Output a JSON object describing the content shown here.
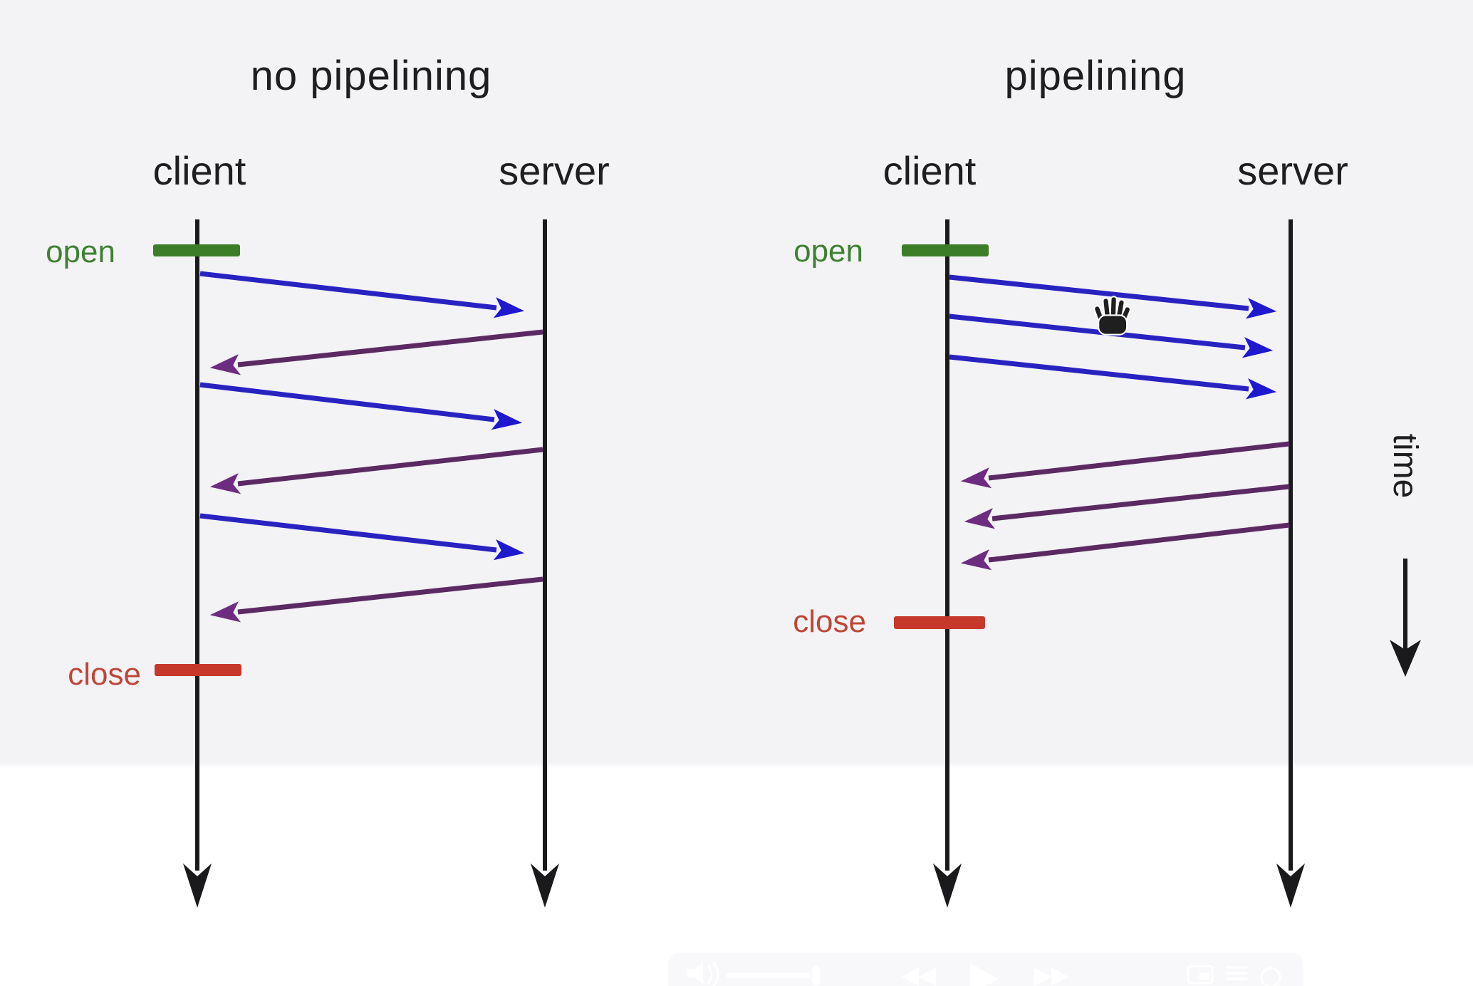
{
  "colors": {
    "background_upper": "#f3f3f6",
    "background_lower": "#ffffff",
    "text": "#1e1e21",
    "lifeline_black": "#1a1a1c",
    "request_blue": "#2823c0",
    "request_head_blue": "#1e19cf",
    "response_purple": "#5c2a63",
    "response_head_purple": "#6d2c80",
    "open_bar_green": "#3c7e28",
    "open_text_green": "#3f8132",
    "close_bar_red": "#c7382c",
    "close_text_red": "#bf4638"
  },
  "panels": {
    "left": {
      "title": "no pipelining",
      "client_label": "client",
      "server_label": "server",
      "open_label": "open",
      "close_label": "close",
      "messages": [
        {
          "n": 1,
          "type": "request",
          "from": "client",
          "to": "server"
        },
        {
          "n": 2,
          "type": "response",
          "from": "server",
          "to": "client"
        },
        {
          "n": 3,
          "type": "request",
          "from": "client",
          "to": "server"
        },
        {
          "n": 4,
          "type": "response",
          "from": "server",
          "to": "client"
        },
        {
          "n": 5,
          "type": "request",
          "from": "client",
          "to": "server"
        },
        {
          "n": 6,
          "type": "response",
          "from": "server",
          "to": "client"
        }
      ]
    },
    "right": {
      "title": "pipelining",
      "client_label": "client",
      "server_label": "server",
      "open_label": "open",
      "close_label": "close",
      "messages": [
        {
          "n": 1,
          "type": "request",
          "from": "client",
          "to": "server"
        },
        {
          "n": 2,
          "type": "request",
          "from": "client",
          "to": "server"
        },
        {
          "n": 3,
          "type": "request",
          "from": "client",
          "to": "server"
        },
        {
          "n": 4,
          "type": "response",
          "from": "server",
          "to": "client"
        },
        {
          "n": 5,
          "type": "response",
          "from": "server",
          "to": "client"
        },
        {
          "n": 6,
          "type": "response",
          "from": "server",
          "to": "client"
        }
      ]
    }
  },
  "time_axis": {
    "label": "time",
    "direction": "down"
  },
  "cursor": {
    "icon": "grab-hand-cursor"
  },
  "player_controls": {
    "icons": [
      "volume-icon",
      "volume-slider",
      "rewind-icon",
      "play-icon",
      "fast-forward-icon",
      "picture-in-picture-icon",
      "queue-icon",
      "settings-icon"
    ]
  }
}
